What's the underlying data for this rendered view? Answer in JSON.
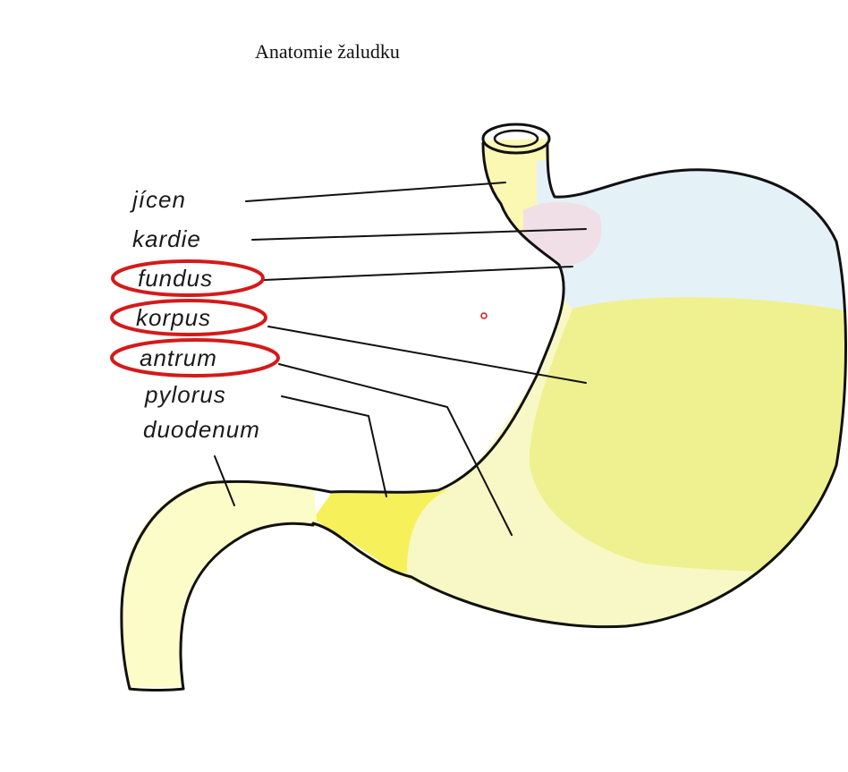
{
  "diagram": {
    "title": "Anatomie žaludku",
    "labels": [
      {
        "id": "jicen",
        "text": "jícen",
        "highlighted": false
      },
      {
        "id": "kardie",
        "text": "kardie",
        "highlighted": false
      },
      {
        "id": "fundus",
        "text": "fundus",
        "highlighted": true
      },
      {
        "id": "korpus",
        "text": "korpus",
        "highlighted": true
      },
      {
        "id": "antrum",
        "text": "antrum",
        "highlighted": true
      },
      {
        "id": "pylorus",
        "text": "pylorus",
        "highlighted": false
      },
      {
        "id": "duodenum",
        "text": "duodenum",
        "highlighted": false
      }
    ],
    "colors": {
      "esophagus": "#fbf8b4",
      "cardia": "#f1dfe8",
      "fundus": "#e4f1f6",
      "corpus": "#eff190",
      "antrum": "#f8f8c6",
      "pylorus": "#f6f15a",
      "duodenum": "#fcfcc8",
      "outline": "#111111",
      "highlight": "#d41a1a"
    }
  }
}
